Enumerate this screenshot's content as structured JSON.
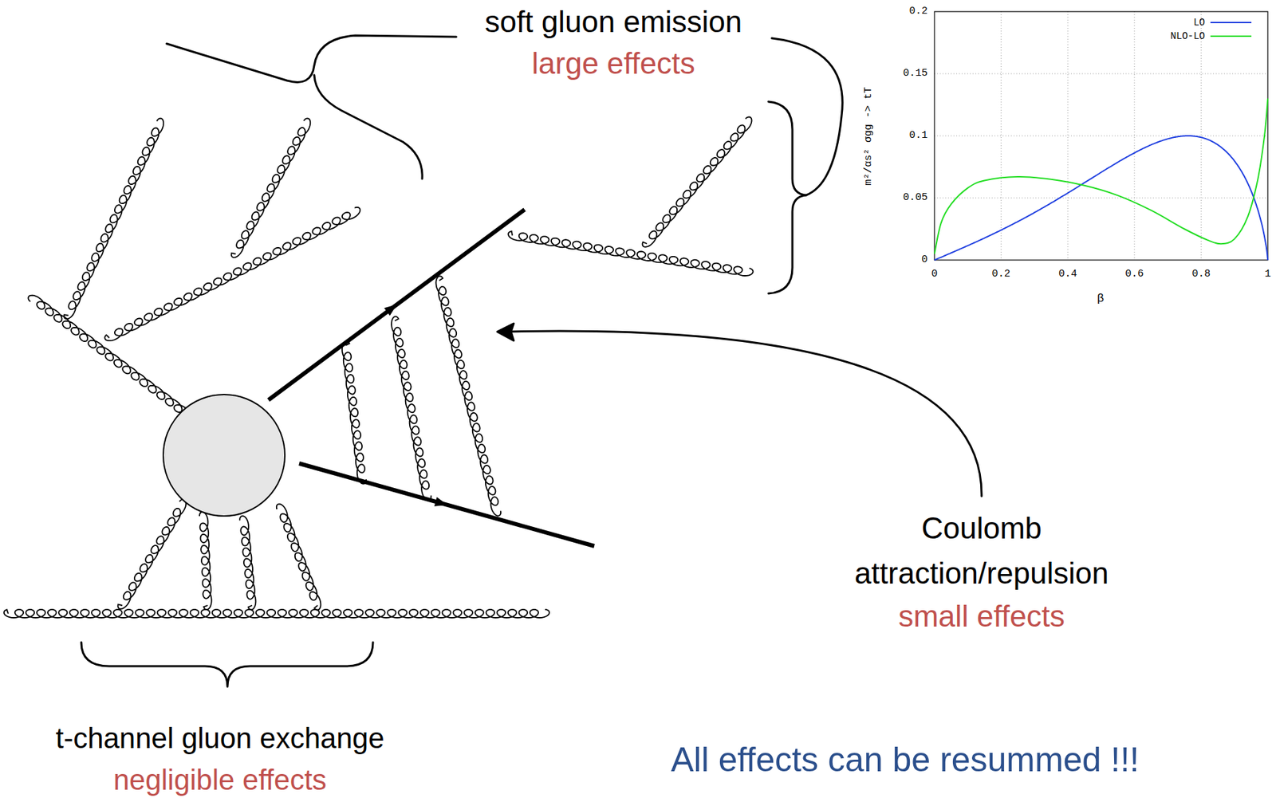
{
  "diagram": {
    "labels": [
      "soft gluon emission",
      "large effects",
      "Coulomb attraction/repulsion",
      "small effects",
      "t-channel gluon exchange",
      "negligible effects",
      "All effects can be resummed !!!",
      "0.2",
      "0.15",
      "0.1",
      "0.05",
      "0",
      "0",
      "0.2",
      "0.4",
      "0.6",
      "0.8",
      "1",
      "β",
      "m²/αs² σgg -> tT"
    ],
    "legend": [
      {
        "text": "LO"
      },
      {
        "text": "NLO-LO"
      }
    ]
  }
}
